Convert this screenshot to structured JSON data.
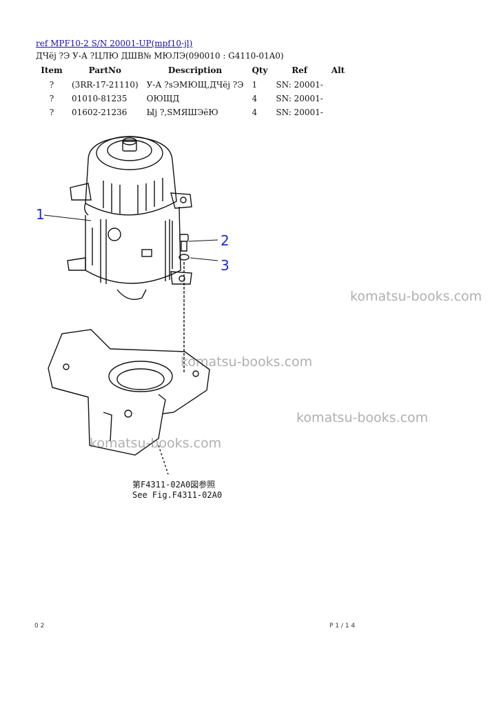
{
  "header": {
    "ref": "ref",
    "title": "MPF10-2 S/N 20001-UP(mpf10-jl)",
    "subtitle": "ДЧёј ?Э У-А ?ЦЛЮ ДШВ№ МЮЛЭ(090010 : G4110-01A0)"
  },
  "table": {
    "columns": [
      "Item",
      "PartNo",
      "Description",
      "Qty",
      "Ref",
      "Alt"
    ],
    "rows": [
      {
        "item": "?",
        "partno": "(3RR-17-21110)",
        "description": "У-А ?sЭМЮЩ,ДЧёј ?Э",
        "qty": "1",
        "ref": "SN: 20001-",
        "alt": ""
      },
      {
        "item": "?",
        "partno": "01010-81235",
        "description": "ОЮЩД",
        "qty": "4",
        "ref": "SN: 20001-",
        "alt": ""
      },
      {
        "item": "?",
        "partno": "01602-21236",
        "description": "Ыј ?,SМЯШЭёЮ",
        "qty": "4",
        "ref": "SN: 20001-",
        "alt": ""
      }
    ]
  },
  "diagram": {
    "callouts": [
      "1",
      "2",
      "3"
    ],
    "note_jp": "第F4311-02A0図参照",
    "note_en": "See Fig.F4311-02A0"
  },
  "watermarks": [
    "komatsu-books.com",
    "komatsu-books.com",
    "komatsu-books.com",
    "komatsu-books.com"
  ],
  "footer": {
    "left": "0 2",
    "right": "P 1 / 1 4"
  },
  "colors": {
    "callout": "#1a2bd0",
    "link": "#1a0dab",
    "watermark": "#6e6e6e"
  }
}
